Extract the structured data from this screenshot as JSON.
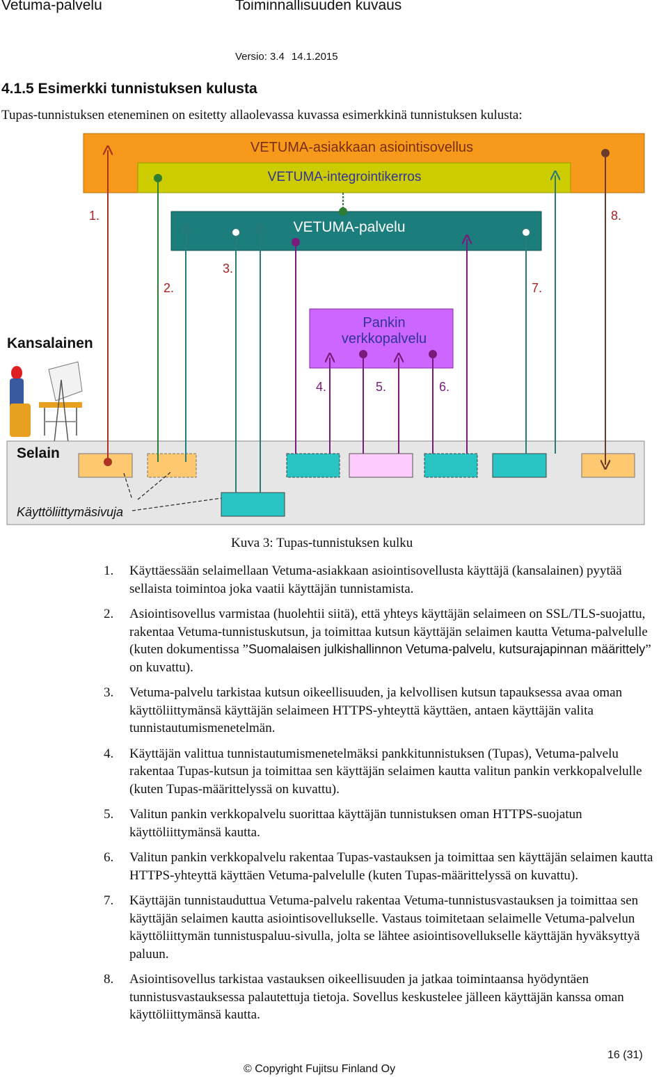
{
  "header": {
    "left": "Vetuma-palvelu",
    "center": "Toiminnallisuuden kuvaus",
    "version_label": "Versio: 3.4",
    "date": "14.1.2015"
  },
  "section_title": "4.1.5 Esimerkki tunnistuksen kulusta",
  "intro": "Tupas-tunnistuksen eteneminen on esitetty allaolevassa kuvassa esimerkkinä tunnistuksen kulusta:",
  "diagram": {
    "asiakas_label": "VETUMA-asiakkaan asiointisovellus",
    "integ_label": "VETUMA-integrointikerros",
    "vetuma_label": "VETUMA-palvelu",
    "pankki_label_1": "Pankin",
    "pankki_label_2": "verkkopalvelu",
    "kansalainen_label": "Kansalainen",
    "selain_label": "Selain",
    "kayttoliittyma_label": "Käyttöliittymäsivuja",
    "step_labels": [
      "1.",
      "2.",
      "3.",
      "4.",
      "5.",
      "6.",
      "7.",
      "8."
    ],
    "colors": {
      "asiakas_fill": "#f79a1b",
      "integ_fill": "#cccc00",
      "vetuma_fill": "#1c7d7d",
      "pankki_fill": "#cc66ff",
      "browser_fill": "#e6e6e6",
      "arrow_red": "#aa3322",
      "arrow_green": "#2e7d32",
      "arrow_teal": "#2a7a7a",
      "arrow_purple": "#7a1a7a",
      "arrow_brown": "#6a3a2a"
    }
  },
  "caption": "Kuva 3: Tupas-tunnistuksen kulku",
  "steps": [
    {
      "num": "1.",
      "text": "Käyttäessään selaimellaan Vetuma-asiakkaan asiointisovellusta käyttäjä (kansalainen) pyytää sellaista toimintoa joka vaatii käyttäjän tunnistamista."
    },
    {
      "num": "2.",
      "text_a": "Asiointisovellus varmistaa (huolehtii siitä), että yhteys käyttäjän selaimeen on SSL/TLS-suojattu, rakentaa Vetuma-tunnistuskutsun, ja toimittaa kutsun käyttäjän selaimen kautta Vetuma-palvelulle (kuten dokumentissa ”",
      "doc_ref": "Suomalaisen julkishallinnon Vetuma-palvelu, kutsurajapinnan määrittely",
      "text_b": "” on kuvattu)."
    },
    {
      "num": "3.",
      "text": "Vetuma-palvelu tarkistaa kutsun oikeellisuuden, ja kelvollisen kutsun tapauksessa avaa oman käyttöliittymänsä käyttäjän selaimeen HTTPS-yhteyttä käyttäen, antaen käyttäjän valita tunnistautumismenetelmän."
    },
    {
      "num": "4.",
      "text": "Käyttäjän valittua tunnistautumismenetelmäksi pankkitunnistuksen (Tupas), Vetuma-palvelu rakentaa Tupas-kutsun ja toimittaa sen käyttäjän selaimen kautta valitun pankin verkkopalvelulle (kuten Tupas-määrittelyssä on kuvattu)."
    },
    {
      "num": "5.",
      "text": "Valitun pankin verkkopalvelu suorittaa käyttäjän tunnistuksen oman HTTPS-suojatun käyttöliittymänsä kautta."
    },
    {
      "num": "6.",
      "text": "Valitun pankin verkkopalvelu rakentaa Tupas-vastauksen ja toimittaa sen käyttäjän selaimen kautta HTTPS-yhteyttä käyttäen Vetuma-palvelulle (kuten Tupas-määrittelyssä on kuvattu)."
    },
    {
      "num": "7.",
      "text": "Käyttäjän tunnistauduttua Vetuma-palvelu rakentaa Vetuma-tunnistusvastauksen ja toimittaa sen käyttäjän selaimen kautta asiointisovellukselle. Vastaus toimitetaan selaimelle Vetuma-palvelun käyttöliittymän tunnistuspaluu-sivulla, jolta se lähtee asiointisovellukselle käyttäjän hyväksyttyä paluun."
    },
    {
      "num": "8.",
      "text": "Asiointisovellus tarkistaa vastauksen oikeellisuuden ja jatkaa toimintaansa hyödyntäen tunnistusvastauksessa palautettuja tietoja. Sovellus keskustelee jälleen käyttäjän kanssa oman käyttöliittymänsä kautta."
    }
  ],
  "footer": {
    "page": "16 (31)",
    "copyright": "© Copyright Fujitsu Finland Oy"
  }
}
